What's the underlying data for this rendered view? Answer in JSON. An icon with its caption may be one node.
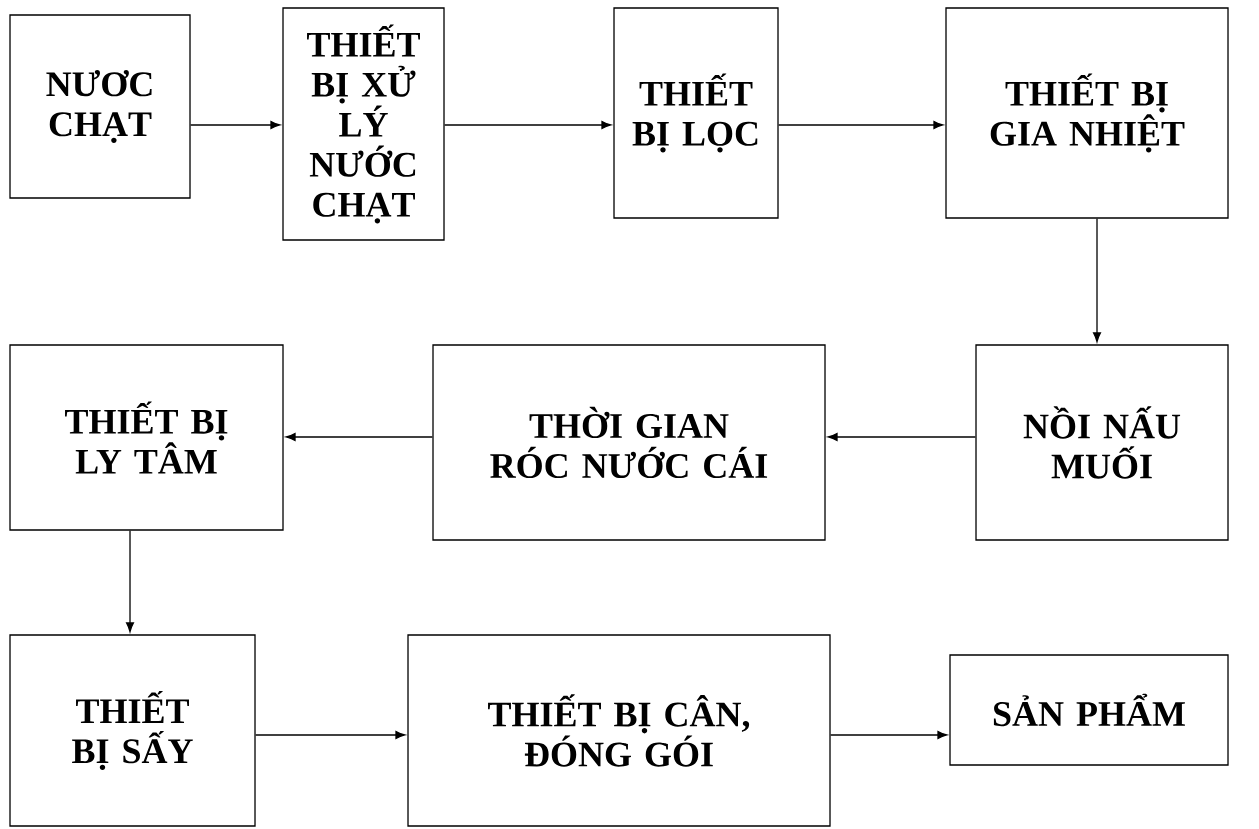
{
  "diagram": {
    "nodes": [
      {
        "text": [
          "NƯƠC CHẠT"
        ]
      },
      {
        "text": [
          "THIẾT BỊ XỬ LÝ NƯỚC CHẠT"
        ]
      },
      {
        "text": [
          "THIẾT BỊ LỌC"
        ]
      },
      {
        "text": [
          "THIẾT BỊ GIA NHIỆT"
        ]
      },
      {
        "text": [
          "NỒI NẤU MUỐI"
        ]
      },
      {
        "text": [
          "THỜI GIAN RÓC NƯỚC CÁI"
        ]
      },
      {
        "text": [
          "THIẾT BỊ LY TÂM"
        ]
      },
      {
        "text": [
          "THIẾT BỊ SẤY"
        ]
      },
      {
        "text": [
          "THIẾT BỊ CÂN, ĐÓNG GÓI"
        ]
      },
      {
        "text": [
          "SẢN PHẨM"
        ]
      }
    ],
    "edges": [
      {
        "from": 0,
        "to": 1,
        "arrow": "to"
      },
      {
        "from": 1,
        "to": 2,
        "arrow": "to"
      },
      {
        "from": 2,
        "to": 3,
        "arrow": "to"
      },
      {
        "from": 3,
        "to": 4,
        "arrow": "to"
      },
      {
        "from": 4,
        "to": 5,
        "arrow": "to"
      },
      {
        "from": 5,
        "to": 6,
        "arrow": "to"
      },
      {
        "from": 6,
        "to": 7,
        "arrow": "to"
      },
      {
        "from": 7,
        "to": 8,
        "arrow": "to"
      },
      {
        "from": 8,
        "to": 9,
        "arrow": "to"
      }
    ]
  }
}
